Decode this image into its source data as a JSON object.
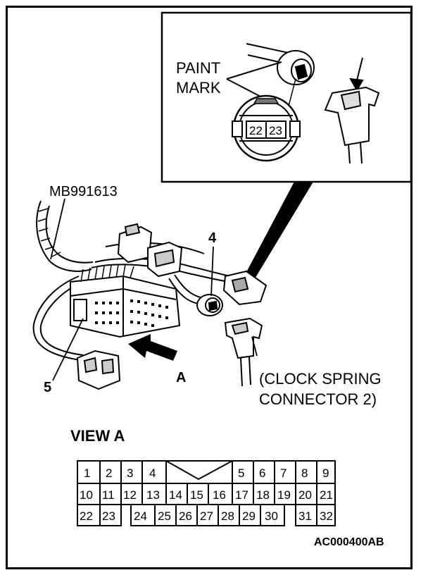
{
  "labels": {
    "paint_mark_line1": "PAINT",
    "paint_mark_line2": "MARK",
    "inset_pins": [
      "22",
      "23"
    ],
    "tool": "MB991613",
    "callout_4": "4",
    "callout_5": "5",
    "arrow_a": "A",
    "clock_spring_line1": "(CLOCK SPRING",
    "clock_spring_line2": "CONNECTOR 2)",
    "view_title": "VIEW A",
    "figure_code": "AC000400AB"
  },
  "connector_pins": {
    "row1": [
      "1",
      "2",
      "3",
      "4",
      "5",
      "6",
      "7",
      "8",
      "9"
    ],
    "row2": [
      "10",
      "11",
      "12",
      "13",
      "14",
      "15",
      "16",
      "17",
      "18",
      "19",
      "20",
      "21"
    ],
    "row3": [
      "22",
      "23",
      "24",
      "25",
      "26",
      "27",
      "28",
      "29",
      "30",
      "31",
      "32"
    ]
  }
}
